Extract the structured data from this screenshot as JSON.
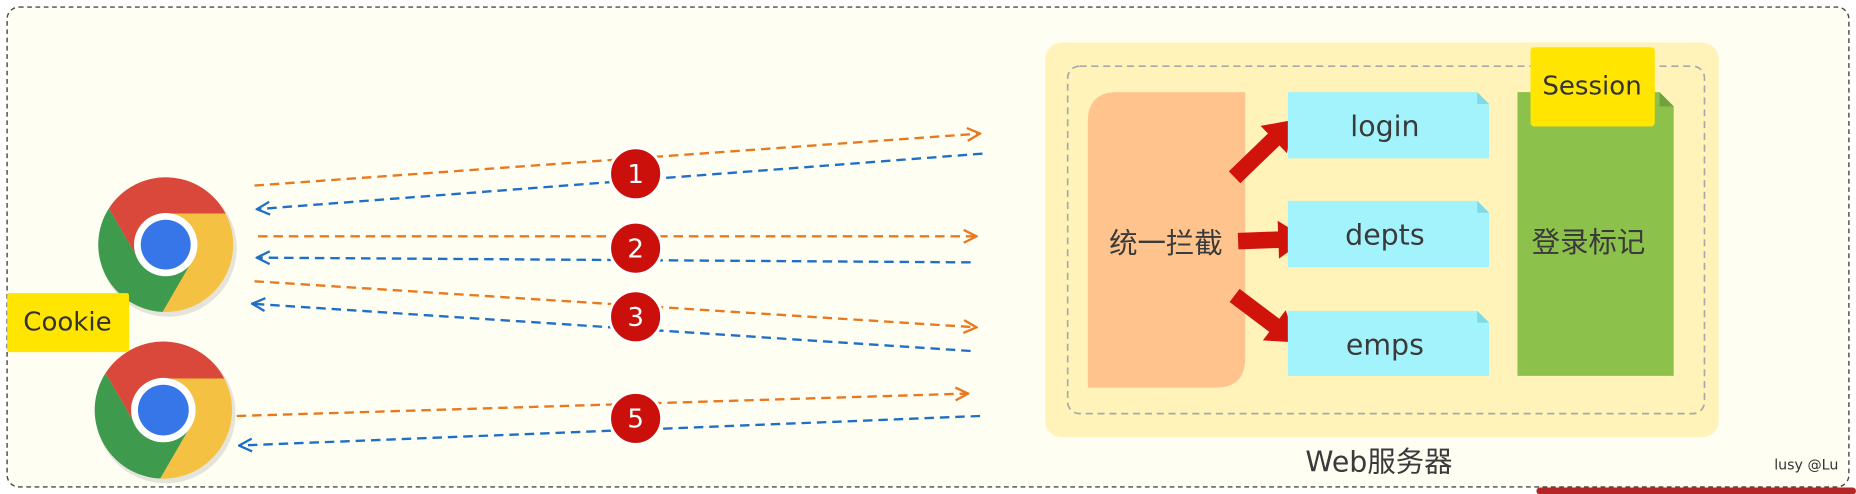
{
  "diagram": {
    "cookie_label": "Cookie",
    "browsers": [
      {
        "icon": "chrome-icon"
      },
      {
        "icon": "chrome-icon"
      }
    ],
    "steps": [
      {
        "number": "1"
      },
      {
        "number": "2"
      },
      {
        "number": "3"
      },
      {
        "number": "5"
      }
    ],
    "server": {
      "title": "Web服务器",
      "interceptor_label": "统一拦截",
      "endpoints": [
        "login",
        "depts",
        "emps"
      ],
      "session_tag": "Session",
      "session_content": "登录标记"
    },
    "watermark": "lusy @Lu",
    "colors": {
      "request_arrow": "#E8791E",
      "response_arrow": "#1F6FC6",
      "step_badge": "#CB100C",
      "tag_yellow": "#FFE500",
      "interceptor": "#FFC48E",
      "endpoint": "#A3F3FD",
      "session_store": "#8CC14B",
      "server_panel": "#FFF3B9",
      "route_arrow": "#D0140C"
    }
  }
}
